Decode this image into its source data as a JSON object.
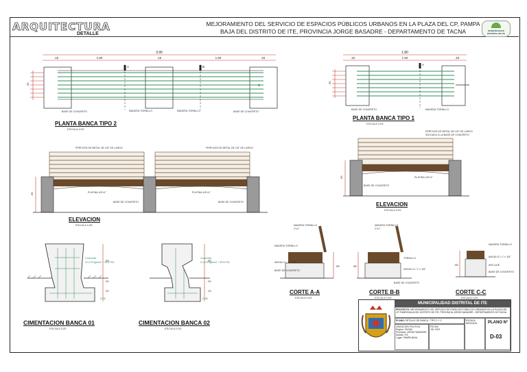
{
  "header": {
    "brand": "ARQUITECTURA",
    "section": "DETALLE",
    "project_line1": "MEJORAMIENTO DEL SERVICIO DE ESPACIOS PÚBLICOS URBANOS EN LA PLAZA DEL CP, PAMPA",
    "project_line2": "BAJA DEL DISTRITO DE ITE, PROVINCIA JORGE BASADRE - DEPARTAMENTO DE TACNA",
    "logo_text": "MUNICIPALIDAD DISTRITAL DE ITE"
  },
  "views": {
    "planta_2": {
      "title": "PLANTA BANCA TIPO 2",
      "scale": "ESCALA 1/25"
    },
    "planta_1": {
      "title": "PLANTA BANCA TIPO 1",
      "scale": "ESCALA 1/25"
    },
    "elevacion_1": {
      "title": "ELEVACION",
      "scale": "ESCALA 1/25"
    },
    "elevacion_2": {
      "title": "ELEVACION",
      "scale": "ESCALA 1/25"
    },
    "cim_01": {
      "title": "CIMENTACION BANCA 01",
      "scale": "ESCALA 1/25"
    },
    "cim_02": {
      "title": "CIMENTACION BANCA 02",
      "scale": "ESCALA 1/25"
    },
    "corte_aa": {
      "title": "CORTE A-A",
      "scale": "ESCALA 1/25"
    },
    "corte_bb": {
      "title": "CORTE B-B",
      "scale": "ESCALA 1/25"
    },
    "corte_cc": {
      "title": "CORTE C-C",
      "scale": "ESCALA 1/25"
    }
  },
  "dims": {
    "total_2": "3.95",
    "seg_2": [
      ".15",
      "1.50",
      ".15",
      "1.50",
      ".15"
    ],
    "total_1": "1.80",
    "seg_1": [
      ".15",
      "1.50",
      ".15"
    ],
    "height": ".55",
    "cim_a": ".55",
    "cim_b": ".20",
    "cim_c": ".10",
    "cim_d": "0.06"
  },
  "labels": {
    "base_concreto": "BASE DE CONCRETO",
    "madera_tornillo": "MADERA TORNILLO",
    "madera_size": "2\"x1\"",
    "platina": "PLATINA 1/8\"x1\"",
    "perfil": "PERFILES DE METAL DE 1/8\" DE LARGO",
    "perfil_b": "SOLDADO A LA BASE DE CONCRETO",
    "angulo": "ANGULO L 1\" x 1/8\"",
    "tornillo": "TORNILLO",
    "anclaje": "ANCLAJE",
    "concreto_label": "Concreto",
    "concreto_spec": "f'c=175 kg/cm2 + 30% P.M.",
    "marker_a": "A",
    "marker_b": "B",
    "marker_c": "C"
  },
  "title_block": {
    "municipality": "MUNICIPALIDAD DISTRITAL DE ITE",
    "proyecto_label": "PROYECTO:",
    "proyecto_text": "MEJORAMIENTO DEL SERVICIO DE ESPACIOS PÚBLICOS URBANOS EN LA PLAZA DEL CP, PAMPA BAJA DEL DISTRITO DE ITE, PROVINCIA JORGE BASADRE - DEPARTAMENTO DE TACNA",
    "plano_label": "PLANO:",
    "plano_text": "DETALLE DE BANCA - TIPO 1 Y 2",
    "escala_label": "ESCALA:",
    "escala_value": "INDICADA",
    "ubicacion": [
      "UBICACION POLITICA",
      "Region:",
      "Provincia:",
      "Distrito:",
      "Lugar:"
    ],
    "ubicacion_val": [
      "TACNA",
      "JORGE BASADRE",
      "ITE",
      "PAMPA BAJA"
    ],
    "fecha_label": "FECHA:",
    "fecha_value": "JUL 2021",
    "plano_no_label": "PLANO N°",
    "plano_no": "D-03"
  },
  "colors": {
    "line": "#222222",
    "dim": "#c0392b",
    "slat": "#2e8b57",
    "wood": "#6b4a2b",
    "concrete": "#9a9a9a",
    "ground": "#dcdcdc"
  }
}
